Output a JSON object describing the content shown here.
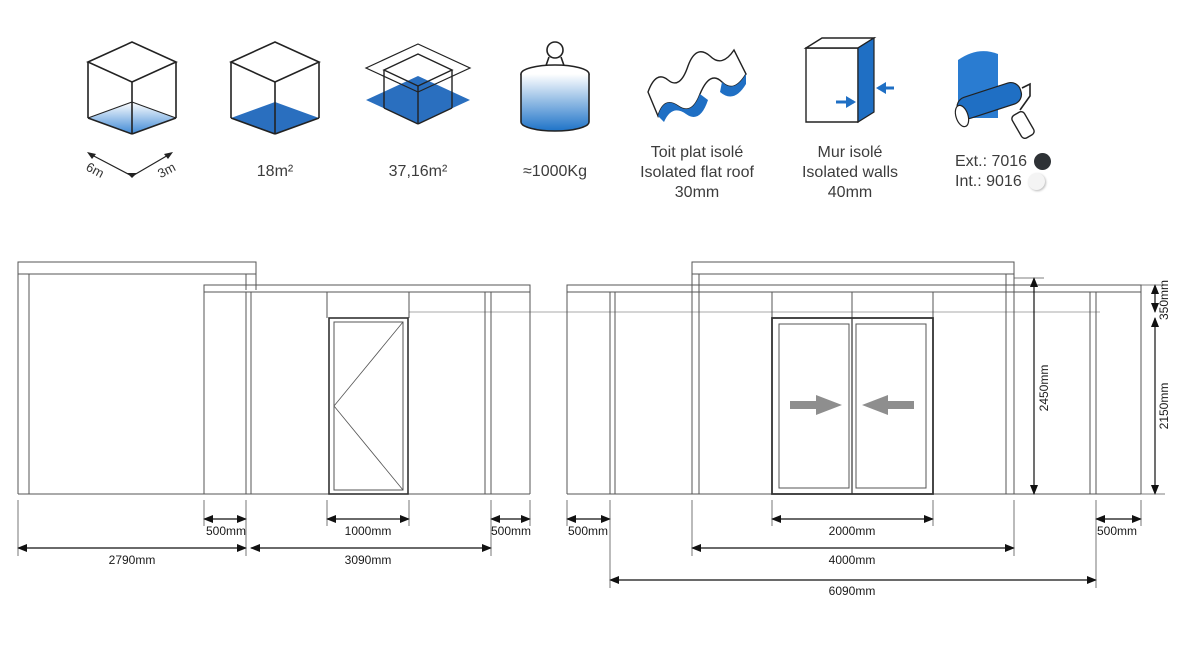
{
  "features": {
    "dimensions": {
      "width_label": "6m",
      "depth_label": "3m"
    },
    "floor_area": "18m²",
    "total_area": "37,16m²",
    "weight": "≈1000Kg",
    "roof": {
      "line1": "Toit plat isolé",
      "line2": "Isolated flat roof",
      "line3": "30mm"
    },
    "walls": {
      "line1": "Mur isolé",
      "line2": "Isolated walls",
      "line3": "40mm"
    },
    "colors": {
      "ext_label": "Ext.: 7016",
      "ext_color": "#2e3236",
      "int_label": "Int.: 9016",
      "int_color": "#f4f4f4"
    }
  },
  "dimensions": {
    "left_overhang": "500mm",
    "door_width": "1000mm",
    "middle_gap": "500mm",
    "right_gap_start": "500mm",
    "sliding_door_width": "2000mm",
    "right_overhang": "500mm",
    "left_pergola": "2790mm",
    "left_module": "3090mm",
    "right_module": "4000mm",
    "total_right": "6090mm",
    "wall_height": "2450mm",
    "roof_height": "350mm",
    "door_height": "2150mm"
  },
  "accent": "#1f6fc4"
}
